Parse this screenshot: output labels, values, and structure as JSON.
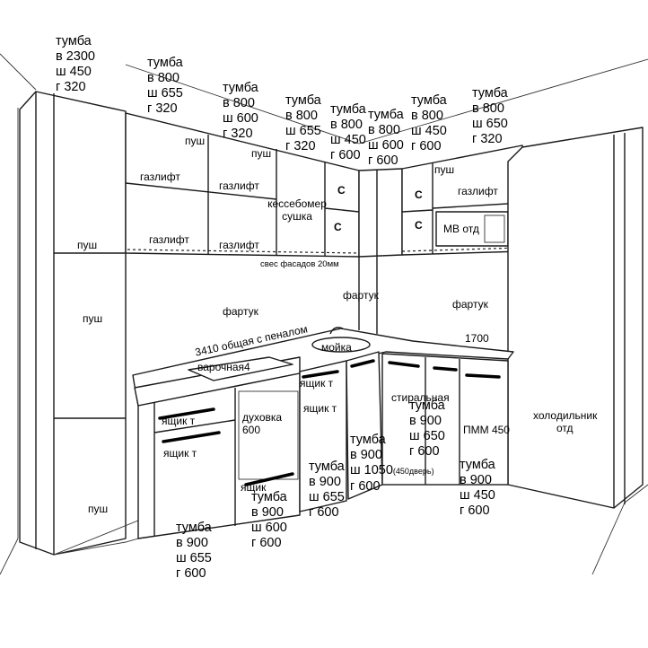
{
  "cabinets": {
    "penal_tall": [
      "тумба",
      "в 2300",
      "ш 450",
      "г 320"
    ],
    "wall_1": [
      "тумба",
      "в 800",
      "ш 655",
      "г 320"
    ],
    "wall_2": [
      "тумба",
      "в 800",
      "ш 600",
      "г 320"
    ],
    "wall_3": [
      "тумба",
      "в 800",
      "ш 655",
      "г 320"
    ],
    "wall_4": [
      "тумба",
      "в 800",
      "ш 450",
      "г 600"
    ],
    "wall_corner": [
      "тумба",
      "в 800",
      "ш 600",
      "г 600"
    ],
    "wall_6": [
      "тумба",
      "в 800",
      "ш 450",
      "г 600"
    ],
    "wall_7": [
      "тумба",
      "в 800",
      "ш 650",
      "г 320"
    ],
    "base_1": [
      "тумба",
      "в 900",
      "ш 655",
      "г 600"
    ],
    "base_oven": [
      "тумба",
      "в 900",
      "ш 600",
      "г 600"
    ],
    "base_sink": [
      "тумба",
      "в 900",
      "ш 655",
      "г 600"
    ],
    "base_corner": [
      "тумба",
      "в 900",
      "ш 1050",
      "г 600"
    ],
    "base_corner_note": "(450дверь)",
    "base_washer": [
      "тумба",
      "в 900",
      "ш 650",
      "г 600"
    ],
    "base_pmm": [
      "тумба",
      "в 900",
      "ш 450",
      "г 600"
    ]
  },
  "labels": {
    "push": "пуш",
    "gaslift": "газлифт",
    "dryer": "кессебомер сушка",
    "c_mark": "С",
    "mv": "МВ отд",
    "overhang": "свес фасадов 20мм",
    "apron": "фартук",
    "total": "3410 общая с пеналом",
    "dim_right": "1700",
    "sink": "мойка",
    "hob": "варочная4",
    "drawer": "ящик т",
    "drawer_short": "ящик",
    "oven": "духовка",
    "oven_size": "600",
    "washer": "стиральная",
    "pmm": "ПММ 450",
    "fridge": "холодильник",
    "fridge_2": "отд"
  }
}
